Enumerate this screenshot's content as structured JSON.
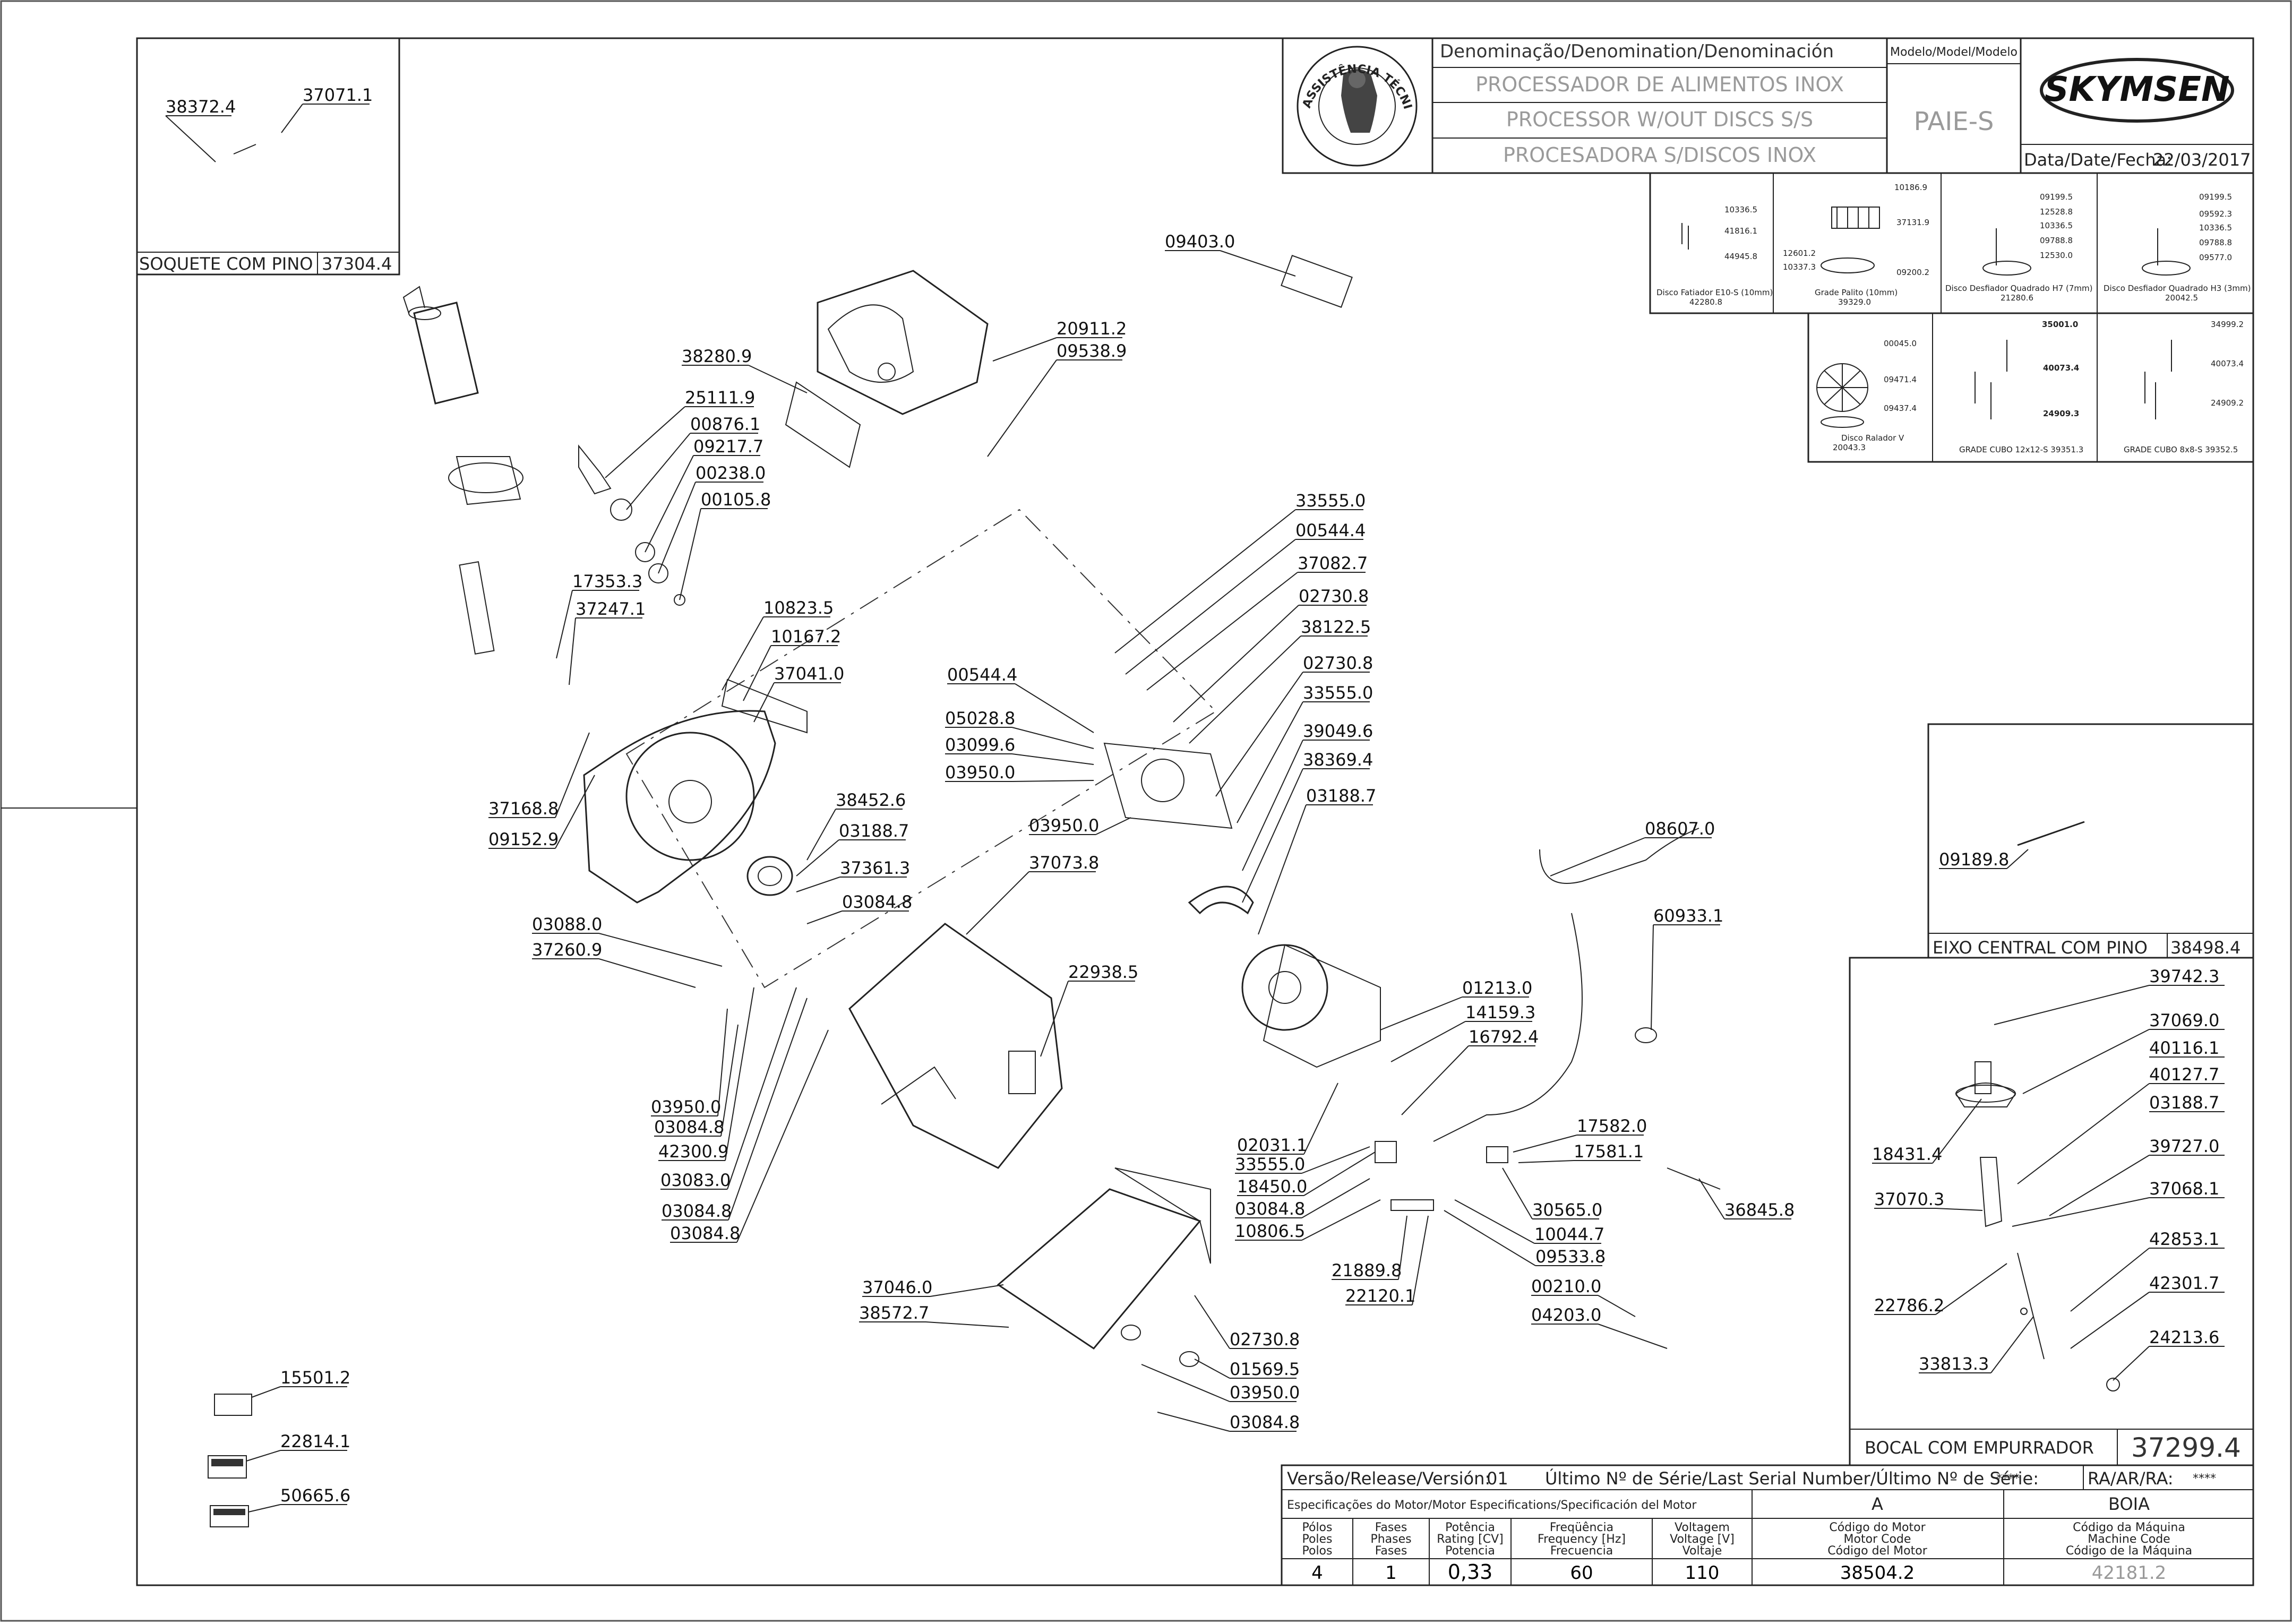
{
  "header": {
    "denomination_label": "Denominação/Denomination/Denominación",
    "model_label": "Modelo/Model/Modelo",
    "names": [
      "PROCESSADOR DE ALIMENTOS INOX",
      "PROCESSOR W/OUT DISCS S/S",
      "PROCESADORA S/DISCOS INOX"
    ],
    "model": "PAIE-S",
    "brand": "SKYMSEN",
    "date_label": "Data/Date/Fecha:",
    "date": "22/03/2017",
    "badge_text": "ASSISTÊNCIA TÉCNICA AUTORIZADA"
  },
  "accessories": [
    {
      "caption": "Disco Fatiador E10-S (10mm)",
      "code": "42280.8",
      "parts": [
        "10336.5",
        "41816.1",
        "44945.8"
      ]
    },
    {
      "caption": "Grade Palito (10mm)",
      "code": "39329.0",
      "parts": [
        "10186.9",
        "37131.9",
        "12601.2",
        "10337.3",
        "09200.2"
      ]
    },
    {
      "caption": "Disco Desfiador Quadrado H7 (7mm)",
      "code": "21280.6",
      "parts": [
        "09199.5",
        "12528.8",
        "10336.5",
        "09788.8",
        "12530.0"
      ]
    },
    {
      "caption": "Disco Desfiador Quadrado H3 (3mm)",
      "code": "20042.5",
      "parts": [
        "09199.5",
        "09592.3",
        "10336.5",
        "09788.8",
        "09577.0"
      ]
    },
    {
      "caption": "Disco Ralador V",
      "code": "20043.3",
      "parts": [
        "00045.0",
        "09471.4",
        "09437.4"
      ]
    },
    {
      "caption": "GRADE CUBO 12x12-S 39351.3",
      "code": "",
      "parts": [
        "35001.0",
        "40073.4",
        "24909.3"
      ]
    },
    {
      "caption": "GRADE CUBO 8x8-S 39352.5",
      "code": "",
      "parts": [
        "34999.2",
        "40073.4",
        "24909.2"
      ]
    }
  ],
  "insets": {
    "soquete": {
      "title": "SOQUETE COM PINO",
      "code": "37304.4",
      "parts": [
        "38372.4",
        "37071.1"
      ]
    },
    "eixo": {
      "title": "EIXO CENTRAL COM PINO",
      "code": "38498.4",
      "parts": [
        "09189.8"
      ]
    },
    "bocal": {
      "title": "BOCAL COM EMPURRADOR",
      "code": "37299.4",
      "parts": [
        "39742.3",
        "37069.0",
        "40116.1",
        "40127.7",
        "03188.7",
        "39727.0",
        "37068.1",
        "42853.1",
        "42301.7",
        "24213.6",
        "18431.4",
        "37070.3",
        "22786.2",
        "33813.3"
      ]
    }
  },
  "labels": [
    "15501.2",
    "22814.1",
    "50665.6"
  ],
  "part_callouts": {
    "p09403": "09403.0",
    "p20911": "20911.2",
    "p09538": "09538.9",
    "p38280": "38280.9",
    "p25111": "25111.9",
    "p00876": "00876.1",
    "p09217": "09217.7",
    "p00238": "00238.0",
    "p00105": "00105.8",
    "p17353": "17353.3",
    "p37247": "37247.1",
    "p10823": "10823.5",
    "p10167": "10167.2",
    "p37041": "37041.0",
    "p37168": "37168.8",
    "p09152": "09152.9",
    "p38452": "38452.6",
    "p03188a": "03188.7",
    "p37361": "37361.3",
    "p03084a": "03084.8",
    "p03088": "03088.0",
    "p37260": "37260.9",
    "p03950a": "03950.0",
    "p03084b": "03084.8",
    "p42300": "42300.9",
    "p03083": "03083.0",
    "p03084c": "03084.8",
    "p03084d": "03084.8",
    "p33555a": "33555.0",
    "p00544a": "00544.4",
    "p37082": "37082.7",
    "p02730a": "02730.8",
    "p38122": "38122.5",
    "p02730b": "02730.8",
    "p33555b": "33555.0",
    "p39049": "39049.6",
    "p38369": "38369.4",
    "p03188b": "03188.7",
    "p00544b": "00544.4",
    "p05028": "05028.8",
    "p03099": "03099.6",
    "p03950b": "03950.0",
    "p03950c": "03950.0",
    "p37073": "37073.8",
    "p22938": "22938.5",
    "p08607": "08607.0",
    "p60933": "60933.1",
    "p01213": "01213.0",
    "p14159": "14159.3",
    "p16792": "16792.4",
    "p17582": "17582.0",
    "p17581": "17581.1",
    "p36845": "36845.8",
    "p30565": "30565.0",
    "p10044": "10044.7",
    "p09533": "09533.8",
    "p02031": "02031.1",
    "p33555c": "33555.0",
    "p18450": "18450.0",
    "p03084e": "03084.8",
    "p10806": "10806.5",
    "p21889": "21889.8",
    "p22120": "22120.1",
    "p00210": "00210.0",
    "p04203": "04203.0",
    "p37046": "37046.0",
    "p38572": "38572.7",
    "p02730c": "02730.8",
    "p01569": "01569.5",
    "p03950d": "03950.0",
    "p03084f": "03084.8"
  },
  "footer": {
    "release_label": "Versão/Release/Versión:",
    "release": "01",
    "serial_label": "Último Nº de Série/Last Serial Number/Último Nº de Série:",
    "serial": "****",
    "ra_label": "RA/AR/RA:",
    "ra": "****",
    "motor_spec_label": "Especificações do Motor/Motor Especifications/Specificación del Motor",
    "col_a": "A",
    "col_boia": "BOIA",
    "headers": [
      [
        "Pólos",
        "Poles",
        "Polos"
      ],
      [
        "Fases",
        "Phases",
        "Fases"
      ],
      [
        "Potência",
        "Rating [CV]",
        "Potencia"
      ],
      [
        "Freqüência",
        "Frequency [Hz]",
        "Frecuencia"
      ],
      [
        "Voltagem",
        "Voltage [V]",
        "Voltaje"
      ],
      [
        "Código do Motor",
        "Motor Code",
        "Código del Motor"
      ],
      [
        "Código da Máquina",
        "Machine Code",
        "Código de la Máquina"
      ]
    ],
    "values": [
      "4",
      "1",
      "0,33",
      "60",
      "110",
      "38504.2",
      "42181.2"
    ]
  }
}
